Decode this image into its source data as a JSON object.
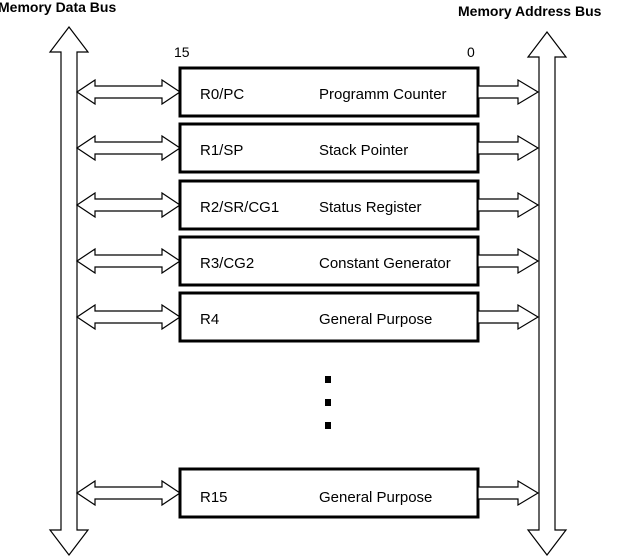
{
  "buses": {
    "data_bus": "Memory Data Bus",
    "address_bus": "Memory Address Bus"
  },
  "bits": {
    "msb": "15",
    "lsb": "0"
  },
  "registers": [
    {
      "name": "R0/PC",
      "desc": "Programm Counter"
    },
    {
      "name": "R1/SP",
      "desc": "Stack Pointer"
    },
    {
      "name": "R2/SR/CG1",
      "desc": "Status Register"
    },
    {
      "name": "R3/CG2",
      "desc": "Constant Generator"
    },
    {
      "name": "R4",
      "desc": "General Purpose"
    },
    {
      "name": "R15",
      "desc": "General Purpose"
    }
  ]
}
